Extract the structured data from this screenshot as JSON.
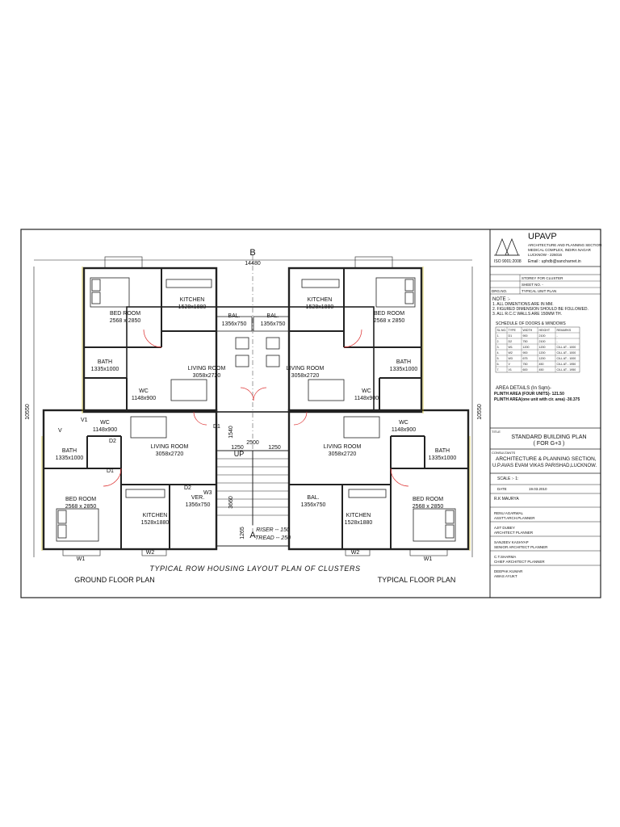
{
  "title": "TYPICAL ROW HOUSING LAYOUT PLAN OF CLUSTERS",
  "ground_floor_label": "GROUND FLOOR PLAN",
  "typical_floor_label": "TYPICAL FLOOR PLAN",
  "dims": {
    "overall_width": "14480",
    "overall_height": "10550",
    "stair_width": "2500",
    "stair_side": "1250",
    "d1540": "1540",
    "d3660": "3660",
    "d1265": "1265"
  },
  "section": {
    "b": "B",
    "a": "A"
  },
  "stair": {
    "up": "UP",
    "riser": "RISER -- 150",
    "tread": "TREAD -- 250"
  },
  "rooms": {
    "bed_room": "BED ROOM",
    "bed_dim": "2568 x 2850",
    "kitchen": "KITCHEN",
    "kitchen_dim": "1528x1880",
    "bath": "BATH",
    "bath_dim": "1335x1000",
    "wc": "WC",
    "wc_dim": "1148x900",
    "living": "LIVING ROOM",
    "living_dim": "3058x2720",
    "bal": "BAL.",
    "bal_dim": "1356x750",
    "ver": "VER.",
    "ver_dim": "1356x750"
  },
  "openings": {
    "d1": "D1",
    "d2": "D2",
    "v1": "V1",
    "v": "V",
    "w1": "W1",
    "w2": "W2",
    "w3": "W3"
  },
  "titleblock": {
    "org": "UPAVP",
    "org_lines": [
      "ARCHITECTURE AND PLANNING SECTION",
      "MEDICAL COMPLEX, INDIRA NAGAR",
      "LUCKNOW - 226016"
    ],
    "iso": "ISO 9001:2008",
    "email": "Email : uphdb@sancharnet.in",
    "rows": [
      {
        "k": "",
        "v": "STOREY FOR CLUSTER"
      },
      {
        "k": "",
        "v": "SHEET NO. -"
      },
      {
        "k": "DRG.NO.",
        "v": "TYPICAL UNIT PLAN"
      }
    ],
    "note_title": "NOTE :-",
    "notes": [
      "1. ALL DIMENTIONS ARE IN MM.",
      "2. FIGURED DIMENSION SHOULD BE FOLLOWED.",
      "3. ALL R.C.C WALLS ARE 150MM TH."
    ],
    "schedule_title": "SCHEDULE OF DOORS & WINDOWS",
    "schedule_head": [
      "SL.NO.",
      "TYPE",
      "WIDTH",
      "HEIGHT",
      "REMARKS"
    ],
    "schedule_rows": [
      [
        "1.",
        "D1",
        "900",
        "2100",
        "-"
      ],
      [
        "2.",
        "D2",
        "750",
        "2100",
        "-"
      ],
      [
        "3.",
        "W1",
        "1200",
        "1200",
        "CILL AT - 1000"
      ],
      [
        "4.",
        "W2",
        "900",
        "1200",
        "CILL AT - 1000"
      ],
      [
        "5.",
        "W3",
        "675",
        "1200",
        "CILL AT - 1000"
      ],
      [
        "6.",
        "V",
        "750",
        "450",
        "CILL AT - 1950"
      ],
      [
        "7.",
        "V1",
        "600",
        "450",
        "CILL AT - 1950"
      ]
    ],
    "area_title": "AREA DETAILS (In Sqm)-",
    "plinth1": "PLINTH AREA (FOUR UNITS)- 121.50",
    "plinth2": "PLINTH AREA(one unit with cir. area) -30.375",
    "title_label": "TITLE",
    "title1": "STANDARD BUILDING PLAN",
    "title2": "( FOR G+3 )",
    "consultants": "CONSULTANTS",
    "cons1": "ARCHITECTURE & PLANNING SECTION,",
    "cons2": "U.P.AVAS EVAM VIKAS PARISHAD,LUCKNOW.",
    "scale": "SCALE :- 1:",
    "date_label": "DATE",
    "date": "19.03.2010",
    "staff": [
      {
        "name": "R.K MAURYA",
        "role": ""
      },
      {
        "name": "RENU AGARWAL",
        "role": "ASSTT.ARCH.PLANNER"
      },
      {
        "name": "AJIT DUBEY",
        "role": "ARCHITECT PLANNER"
      },
      {
        "name": "SANJEEV KASHYAP",
        "role": "SENIOR ARCHITECT PLANNER"
      },
      {
        "name": "C.T.SHARMA",
        "role": "CHIEF ARCHITECT PLANNER"
      },
      {
        "name": "DEEPAK KUMAR",
        "role": "AWAS AYUKT"
      }
    ]
  }
}
